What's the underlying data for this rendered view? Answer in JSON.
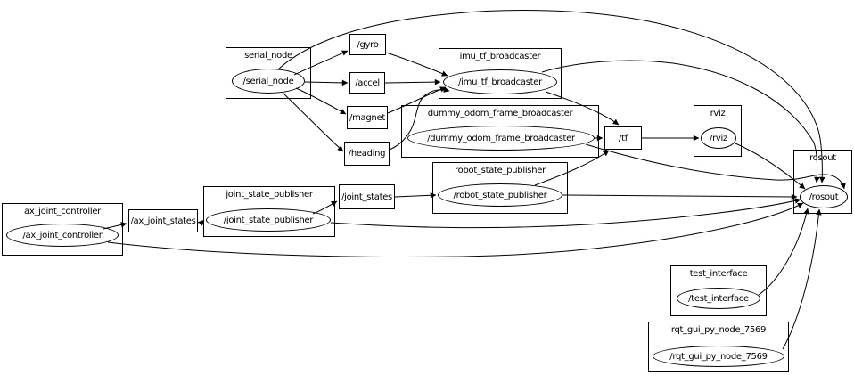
{
  "graph": {
    "background_color": "#ffffff",
    "line_color": "#000000",
    "nodes": [
      {
        "id": "serial_node",
        "label": "serial_node",
        "ellipse_label": "/serial_node"
      },
      {
        "id": "imu_tf_broadcaster",
        "label": "imu_tf_broadcaster",
        "ellipse_label": "/imu_tf_broadcaster"
      },
      {
        "id": "dummy_odom_frame_broadcaster",
        "label": "dummy_odom_frame_broadcaster",
        "ellipse_label": "/dummy_odom_frame_broadcaster"
      },
      {
        "id": "rviz",
        "label": "rviz",
        "ellipse_label": "/rviz"
      },
      {
        "id": "rosout",
        "label": "rosout",
        "ellipse_label": "/rosout"
      },
      {
        "id": "robot_state_publisher",
        "label": "robot_state_publisher",
        "ellipse_label": "/robot_state_publisher"
      },
      {
        "id": "joint_state_publisher",
        "label": "joint_state_publisher",
        "ellipse_label": "/joint_state_publisher"
      },
      {
        "id": "ax_joint_controller",
        "label": "ax_joint_controller",
        "ellipse_label": "/ax_joint_controller"
      },
      {
        "id": "test_interface",
        "label": "test_interface",
        "ellipse_label": "/test_interface"
      },
      {
        "id": "rqt_gui_py_node_7569",
        "label": "rqt_gui_py_node_7569",
        "ellipse_label": "/rqt_gui_py_node_7569"
      }
    ],
    "topics": [
      {
        "id": "gyro",
        "label": "/gyro"
      },
      {
        "id": "accel",
        "label": "/accel"
      },
      {
        "id": "magnet",
        "label": "/magnet"
      },
      {
        "id": "heading",
        "label": "/heading"
      },
      {
        "id": "tf",
        "label": "/tf"
      },
      {
        "id": "joint_states",
        "label": "/joint_states"
      },
      {
        "id": "ax_joint_states",
        "label": "/ax_joint_states"
      }
    ],
    "edges": [
      {
        "from": "serial_node",
        "to": "gyro"
      },
      {
        "from": "serial_node",
        "to": "accel"
      },
      {
        "from": "serial_node",
        "to": "magnet"
      },
      {
        "from": "serial_node",
        "to": "heading"
      },
      {
        "from": "serial_node",
        "to": "rosout"
      },
      {
        "from": "gyro",
        "to": "imu_tf_broadcaster"
      },
      {
        "from": "accel",
        "to": "imu_tf_broadcaster"
      },
      {
        "from": "magnet",
        "to": "imu_tf_broadcaster"
      },
      {
        "from": "heading",
        "to": "imu_tf_broadcaster"
      },
      {
        "from": "imu_tf_broadcaster",
        "to": "tf"
      },
      {
        "from": "imu_tf_broadcaster",
        "to": "rosout"
      },
      {
        "from": "dummy_odom_frame_broadcaster",
        "to": "tf"
      },
      {
        "from": "dummy_odom_frame_broadcaster",
        "to": "rosout"
      },
      {
        "from": "tf",
        "to": "rviz"
      },
      {
        "from": "rviz",
        "to": "rosout"
      },
      {
        "from": "robot_state_publisher",
        "to": "tf"
      },
      {
        "from": "robot_state_publisher",
        "to": "rosout"
      },
      {
        "from": "joint_state_publisher",
        "to": "joint_states"
      },
      {
        "from": "joint_states",
        "to": "robot_state_publisher"
      },
      {
        "from": "joint_state_publisher",
        "to": "rosout"
      },
      {
        "from": "ax_joint_controller",
        "to": "ax_joint_states"
      },
      {
        "from": "ax_joint_states",
        "to": "joint_state_publisher"
      },
      {
        "from": "ax_joint_controller",
        "to": "rosout"
      },
      {
        "from": "test_interface",
        "to": "rosout"
      },
      {
        "from": "rqt_gui_py_node_7569",
        "to": "rosout"
      }
    ]
  }
}
